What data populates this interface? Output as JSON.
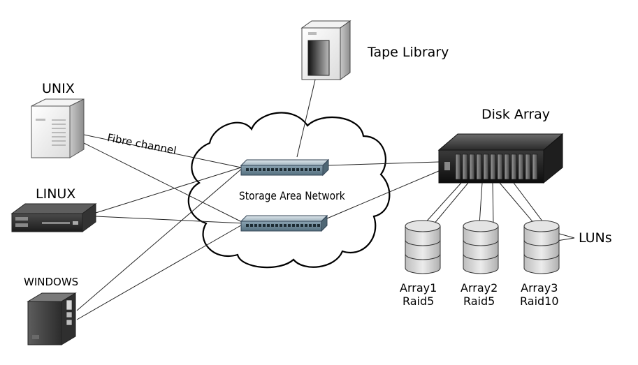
{
  "labels": {
    "tape_library": "Tape Library",
    "unix": "UNIX",
    "linux": "LINUX",
    "windows": "WINDOWS",
    "fibre_channel": "Fibre channel",
    "san": "Storage Area Network",
    "disk_array": "Disk Array",
    "luns": "LUNs"
  },
  "arrays": [
    {
      "name": "Array1",
      "raid": "Raid5"
    },
    {
      "name": "Array2",
      "raid": "Raid5"
    },
    {
      "name": "Array3",
      "raid": "Raid10"
    }
  ]
}
